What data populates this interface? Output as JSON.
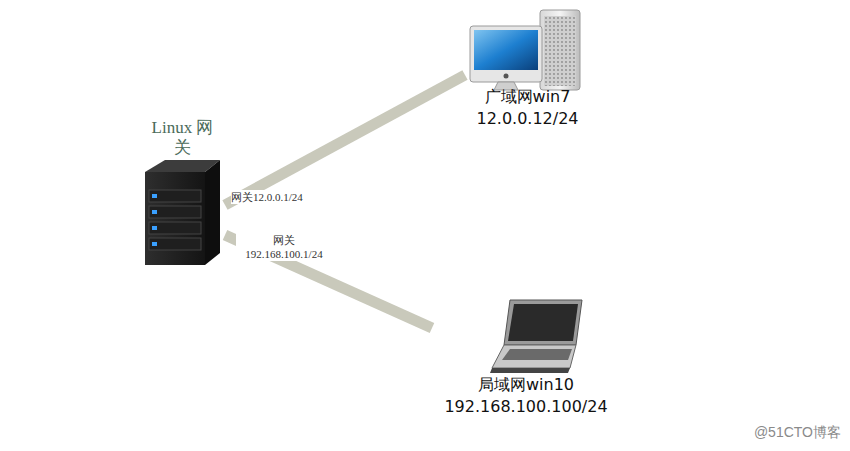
{
  "diagram": {
    "nodes": [
      {
        "text": [
          "Linux 网关"
        ]
      },
      {
        "text": [
          "广域网win7",
          "12.0.0.12/24"
        ]
      },
      {
        "text": [
          "局域网win10",
          "192.168.100.100/24"
        ]
      }
    ],
    "edges": [
      {
        "from": 0,
        "to": 1,
        "arrow": "none",
        "label": "网关12.0.0.1/24"
      },
      {
        "from": 0,
        "to": 2,
        "arrow": "none",
        "label": "网关 192.168.100.1/24"
      }
    ],
    "labels": [
      "@51CTO博客"
    ]
  }
}
